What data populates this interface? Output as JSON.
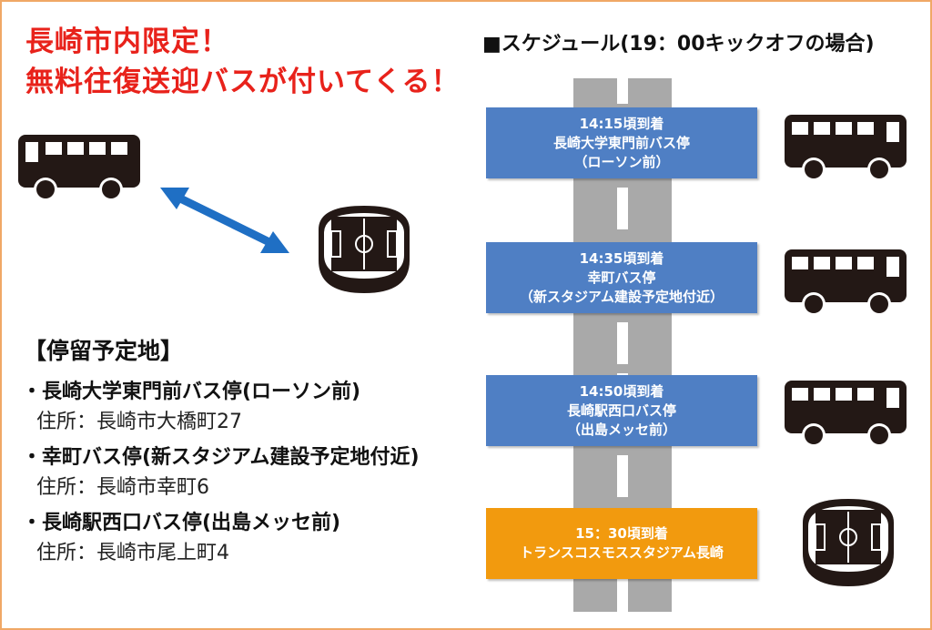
{
  "headline": {
    "line1": "長崎市内限定！",
    "line2": "無料往復送迎バスが付いてくる！"
  },
  "stops_section": {
    "title": "【停留予定地】",
    "stops": [
      {
        "name": "・長崎大学東門前バス停(ローソン前)",
        "address": "住所：長崎市大橋町27"
      },
      {
        "name": "・幸町バス停(新スタジアム建設予定地付近)",
        "address": "住所：長崎市幸町6"
      },
      {
        "name": "・長崎駅西口バス停(出島メッセ前)",
        "address": "住所：長崎市尾上町4"
      }
    ]
  },
  "schedule": {
    "title": "■スケジュール(19：00キックオフの場合)",
    "entries": [
      {
        "time": "14:15頃到着",
        "place": "長崎大学東門前バス停",
        "note": "（ローソン前）"
      },
      {
        "time": "14:35頃到着",
        "place": "幸町バス停",
        "note": "（新スタジアム建設予定地付近）"
      },
      {
        "time": "14:50頃到着",
        "place": "長崎駅西口バス停",
        "note": "（出島メッセ前）"
      },
      {
        "time": "15：30頃到着",
        "place": "トランスコスモススタジアム長崎",
        "note": ""
      }
    ]
  },
  "colors": {
    "headline": "#e8221b",
    "bus_box": "#4f7fc4",
    "stadium_box": "#f29a0e",
    "arrow": "#1f6fc4",
    "icon": "#231815",
    "road": "#a9a9a9"
  },
  "icons": {
    "bus": "bus-icon",
    "stadium": "stadium-icon",
    "arrow": "double-arrow-icon"
  }
}
